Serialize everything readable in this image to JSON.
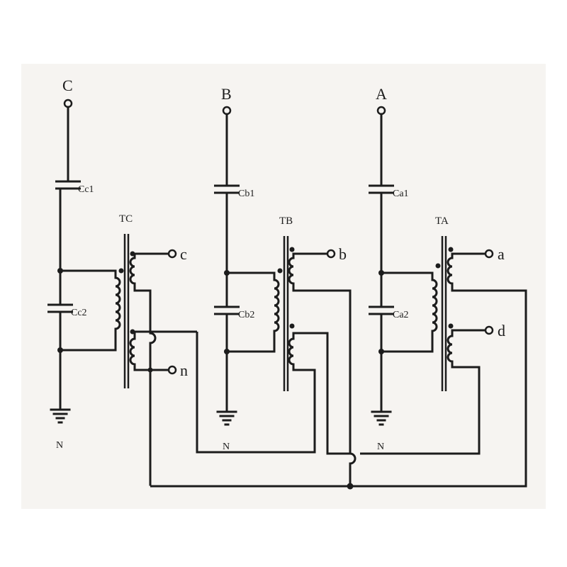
{
  "phases": [
    {
      "id": "C",
      "label": "C",
      "cap1": "Cc1",
      "cap2": "Cc2",
      "transformer": "TC",
      "ground": "N"
    },
    {
      "id": "B",
      "label": "B",
      "cap1": "Cb1",
      "cap2": "Cb2",
      "transformer": "TB",
      "ground": "N"
    },
    {
      "id": "A",
      "label": "A",
      "cap1": "Ca1",
      "cap2": "Ca2",
      "transformer": "TA",
      "ground": "N"
    }
  ],
  "outputs": {
    "c": "c",
    "n": "n",
    "b": "b",
    "a": "a",
    "d": "d"
  },
  "colors": {
    "ink": "#1c1c1c",
    "paper": "#f6f4f1",
    "background": "#ffffff"
  }
}
